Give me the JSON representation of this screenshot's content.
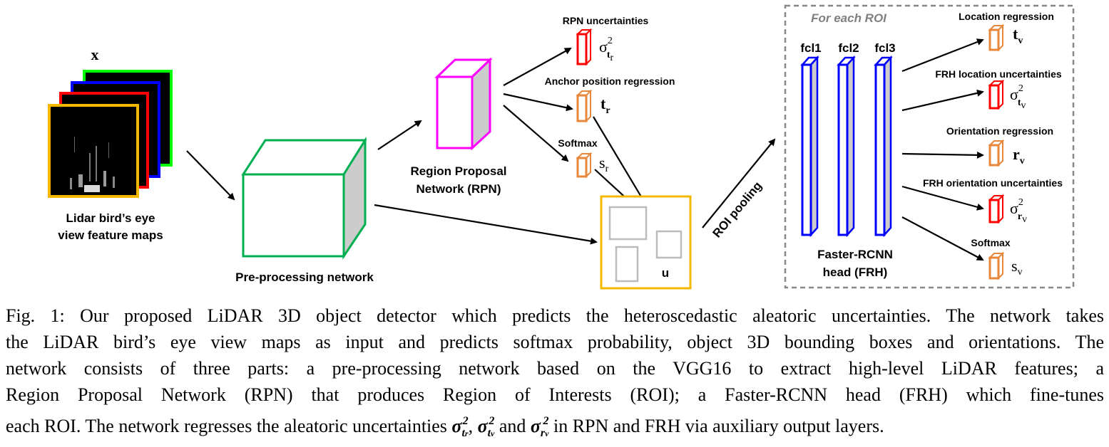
{
  "diagram": {
    "input": {
      "symbol": "x",
      "label_lines": [
        "Lidar bird’s eye",
        "view feature maps"
      ]
    },
    "preprocessing": {
      "label": "Pre-processing network"
    },
    "rpn": {
      "label_lines": [
        "Region Proposal",
        "Network (RPN)"
      ],
      "outputs": [
        {
          "title": "RPN uncertainties",
          "symbol": "σ",
          "sup": "2",
          "sub": "t",
          "sub2": "r"
        },
        {
          "title": "Anchor position regression",
          "symbol": "t",
          "sub": "r"
        },
        {
          "title": "Softmax",
          "symbol": "s",
          "sub": "r"
        }
      ]
    },
    "roi": {
      "symbol": "u",
      "pooling_label": "ROI pooling"
    },
    "frh": {
      "for_each": "For each ROI",
      "layers": [
        "fcl1",
        "fcl2",
        "fcl3"
      ],
      "label_lines": [
        "Faster-RCNN",
        "head (FRH)"
      ],
      "outputs": [
        {
          "title": "Location regression",
          "symbol": "t",
          "sub": "v",
          "uncertain": false
        },
        {
          "title": "FRH location uncertainties",
          "symbol": "σ",
          "sup": "2",
          "sub": "t",
          "sub2": "v",
          "uncertain": true
        },
        {
          "title": "Orientation regression",
          "symbol": "r",
          "sub": "v",
          "uncertain": false
        },
        {
          "title": "FRH orientation uncertainties",
          "symbol": "σ",
          "sup": "2",
          "sub": "r",
          "sub2": "v",
          "uncertain": true
        },
        {
          "title": "Softmax",
          "symbol": "s",
          "sub": "v",
          "uncertain": false
        }
      ]
    },
    "colors": {
      "green": "#00b050",
      "blue": "#0000ff",
      "red": "#ff0000",
      "magenta": "#ff00ff",
      "orange": "#e8873a",
      "gold": "#f5b800",
      "gray_fill": "#cccccc",
      "dashed": "#888888"
    }
  },
  "caption": {
    "line1": "Fig. 1: Our proposed LiDAR 3D object detector which predicts the heteroscedastic aleatoric uncertainties. The network takes",
    "line2": "the LiDAR bird’s eye view maps as input and predicts softmax probability, object 3D bounding boxes and orientations. The",
    "line3": "network consists of three parts: a pre-processing network based on the VGG16 to extract high-level LiDAR features; a",
    "line4": "Region Proposal Network (RPN) that produces Region of Interests (ROI); a Faster-RCNN head (FRH) which fine-tunes",
    "line5_a": "each ROI. The network regresses the aleatoric uncertainties",
    "line5_b": "and",
    "line5_c": "in RPN and FRH via auxiliary output layers.",
    "math": {
      "sigma": "σ",
      "sq": "2",
      "tr": "t",
      "tr2": "r",
      "tv": "t",
      "tv2": "v",
      "rv": "r",
      "rv2": "v",
      "comma": ","
    }
  }
}
